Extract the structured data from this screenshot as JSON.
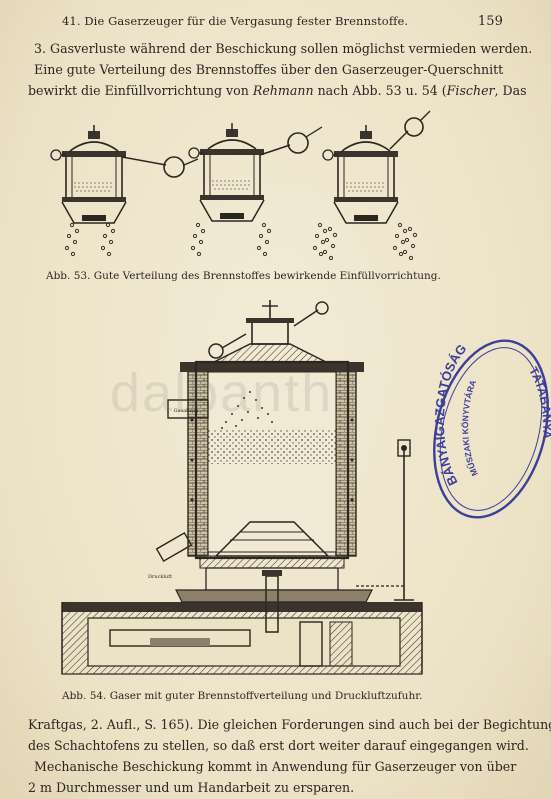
{
  "header": {
    "title": "41. Die Gaserzeuger für die Vergasung fester Brennstoffe.",
    "page_number": "159"
  },
  "top_text": {
    "line1": "3. Gasverluste während der Beschickung sollen möglichst vermieden werden.",
    "line2": "Eine gute Verteilung des Brennstoffes über den Gaserzeuger-Querschnitt",
    "line3_a": "bewirkt die Einfüllvorrichtung von ",
    "line3_b": "Rehmann",
    "line3_c": " nach Abb. 53 u. 54 (",
    "line3_d": "Fischer",
    "line3_e": ", Das"
  },
  "figure53": {
    "caption": "Abb. 53.  Gute Verteilung des Brennstoffes bewirkende Einfüllvorrichtung."
  },
  "figure54": {
    "caption": "Abb. 54.  Gaser mit guter Brennstoffverteilung und Druckluftzufuhr.",
    "label_left": "Gasabzug",
    "label_bottom": "Druckluft"
  },
  "bottom_text": {
    "line1": "Kraftgas, 2. Aufl., S. 165). Die gleichen Forderungen sind auch bei der Begichtung",
    "line2": "des Schachtofens zu stellen, so daß erst dort weiter darauf eingegangen wird.",
    "line3": "Mechanische Beschickung kommt in Anwendung für Gaserzeuger von über",
    "line4": "2 m Durchmesser und um Handarbeit zu ersparen."
  },
  "stamp": {
    "outer_text": "BÁNYAIGAZGATÓSÁG",
    "middle_text": "MŰSZAKI KÖNYVTÁRA",
    "bottom_text": "TATABÁNYA",
    "color": "#3b3f9a"
  },
  "watermark": "dalbanth"
}
